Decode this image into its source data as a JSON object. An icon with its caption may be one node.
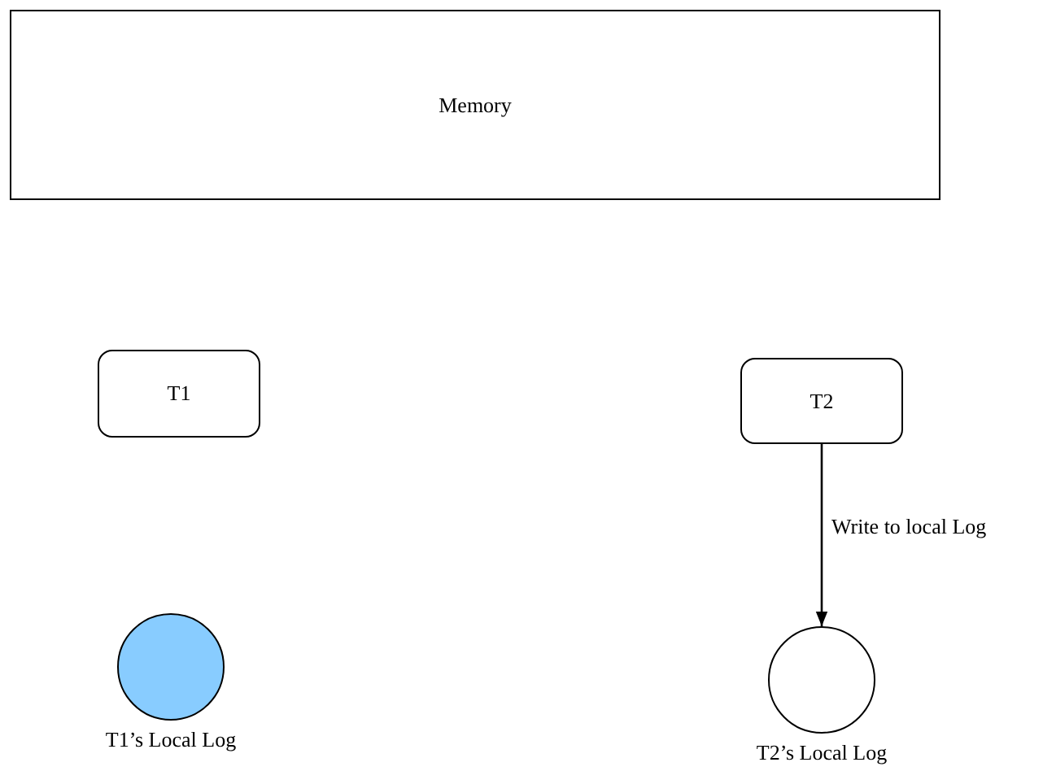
{
  "diagram": {
    "nodes": [
      {
        "text": [
          "Memory"
        ]
      },
      {
        "text": [
          "T1"
        ]
      },
      {
        "text": [
          "T2"
        ]
      },
      {
        "text": [
          "T1’s Local Log"
        ]
      },
      {
        "text": [
          "T2’s Local Log"
        ]
      }
    ],
    "edges": [
      {
        "from": 2,
        "to": 4,
        "arrow": "to",
        "label": "Write to local Log"
      }
    ]
  }
}
